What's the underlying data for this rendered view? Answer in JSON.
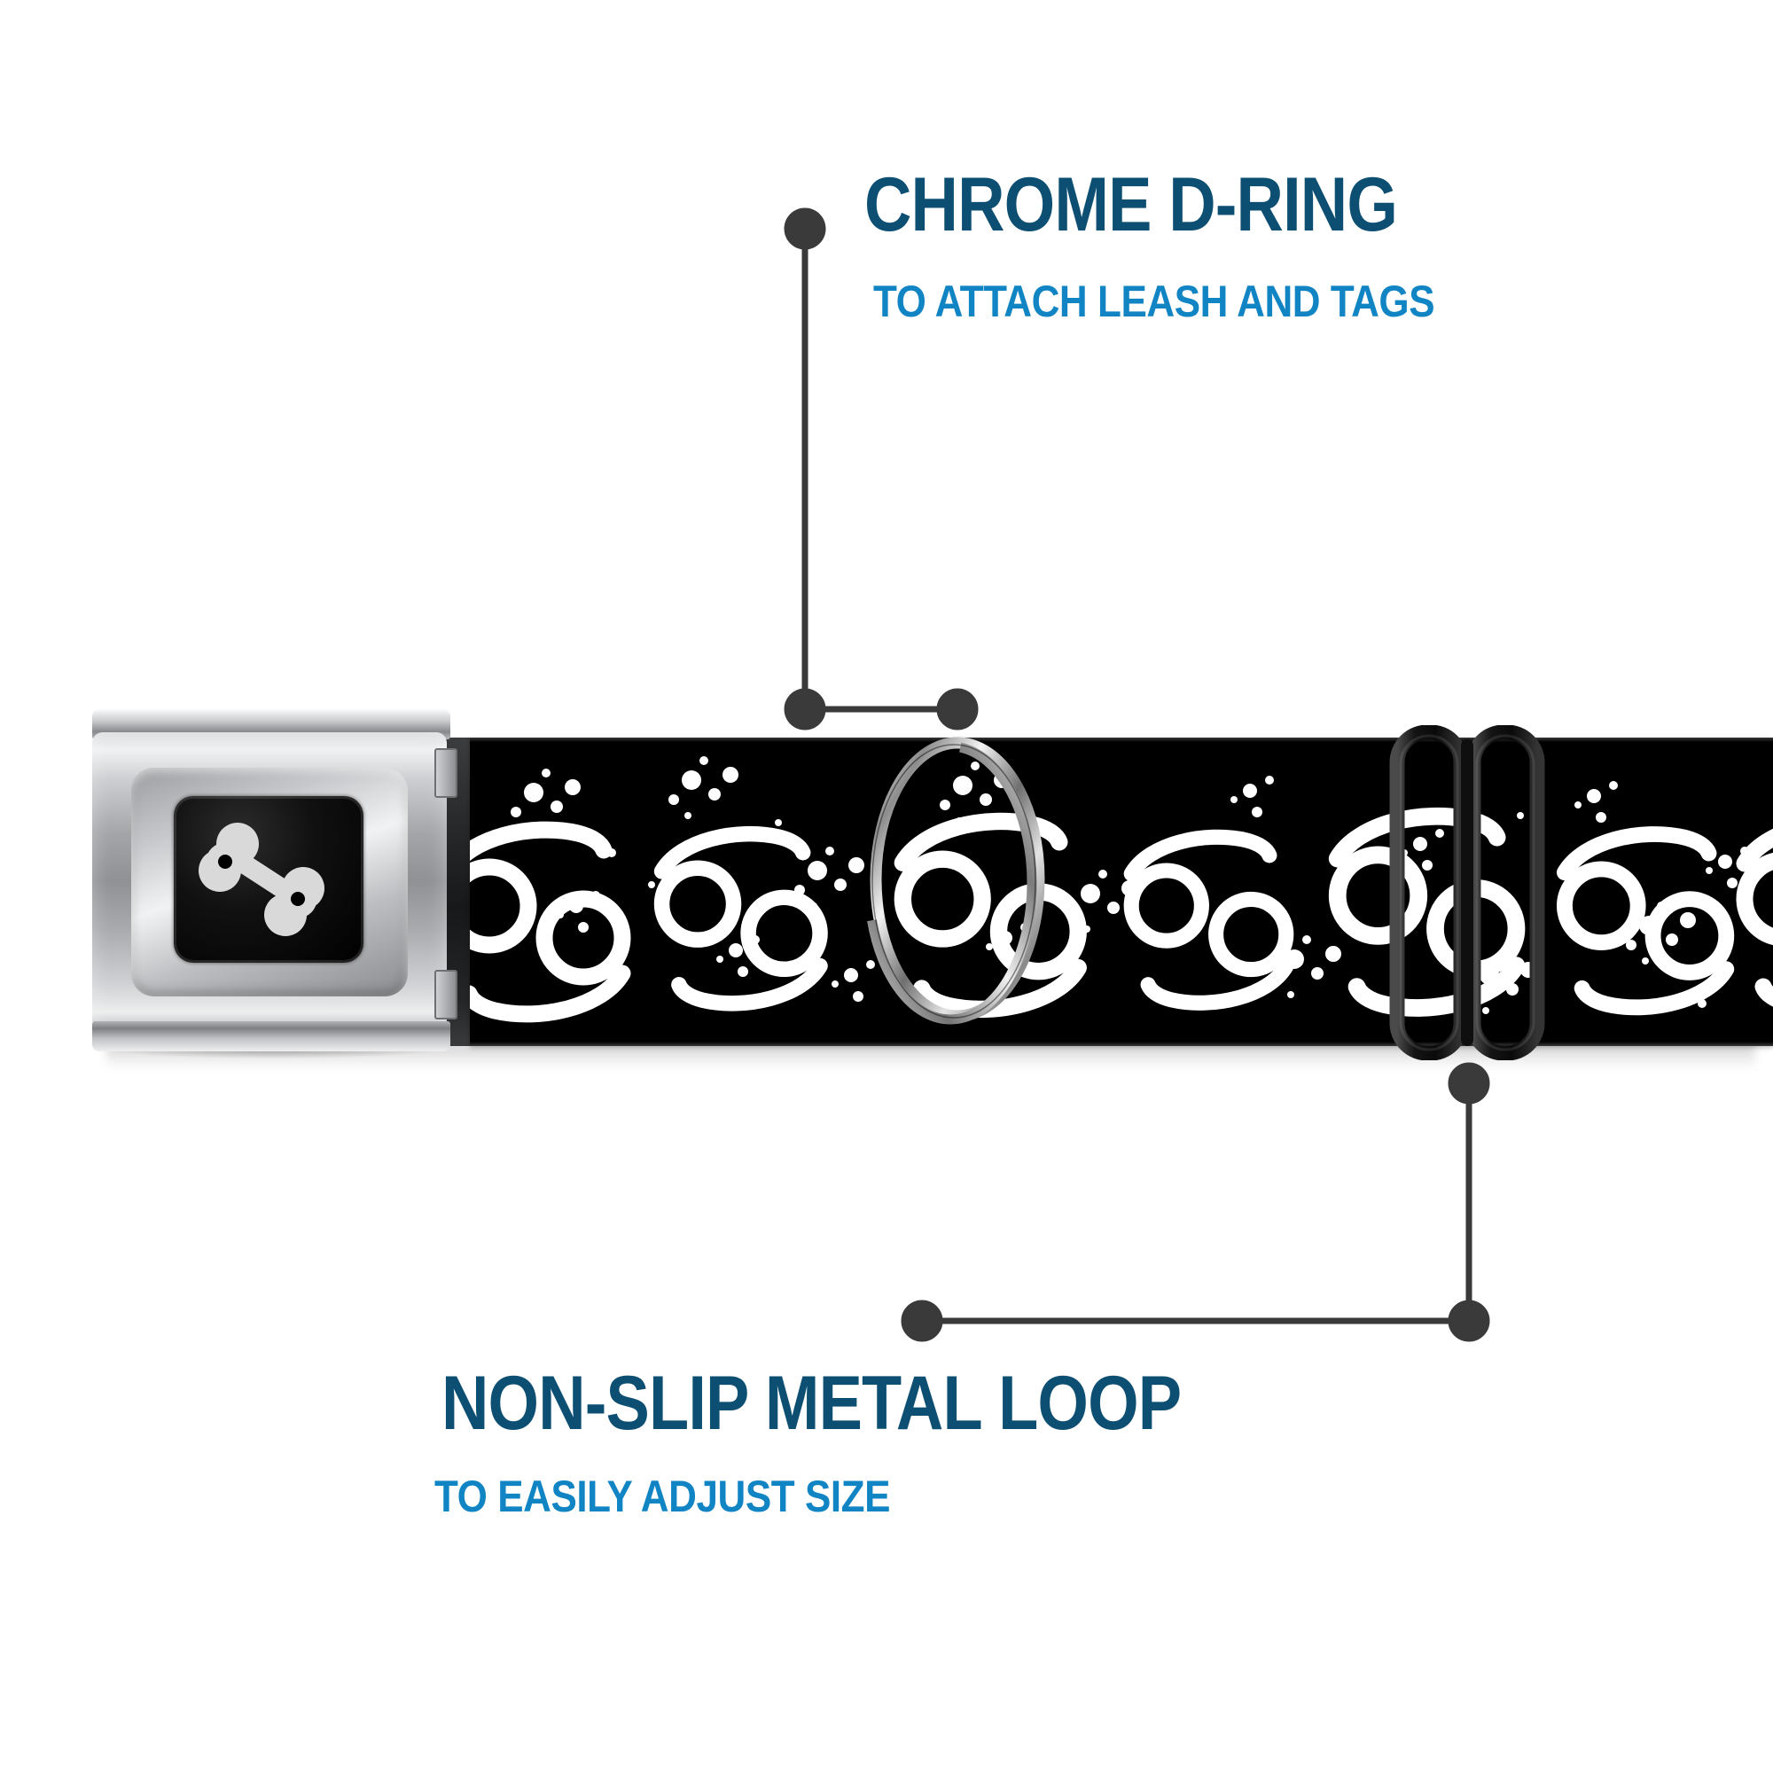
{
  "product": {
    "type": "seatbelt-buckle dog collar",
    "strap_color": "#000000",
    "strap_pattern_name": "cancer-zodiac-symbol-splatter",
    "pattern_symbol_color": "#ffffff",
    "buckle_finish": "chrome",
    "buckle_logo": "dog-bone"
  },
  "callouts": [
    {
      "id": "chrome-d-ring",
      "title": "CHROME D-RING",
      "subtitle": "TO ATTACH LEASH AND TAGS",
      "title_color": "#0d4f72",
      "subtitle_color": "#1184c4",
      "leader_color": "#3a3a3a"
    },
    {
      "id": "non-slip-metal-loop",
      "title": "NON-SLIP METAL LOOP",
      "subtitle": "TO EASILY ADJUST SIZE",
      "title_color": "#0d4f72",
      "subtitle_color": "#1184c4",
      "leader_color": "#3a3a3a"
    }
  ],
  "colors": {
    "background": "#ffffff",
    "dark_blue": "#0d4f72",
    "light_blue": "#1184c4",
    "leader_gray": "#3a3a3a",
    "strap_black": "#000000",
    "pattern_white": "#ffffff",
    "chrome_light": "#f1f2f3",
    "chrome_dark": "#87898c"
  }
}
